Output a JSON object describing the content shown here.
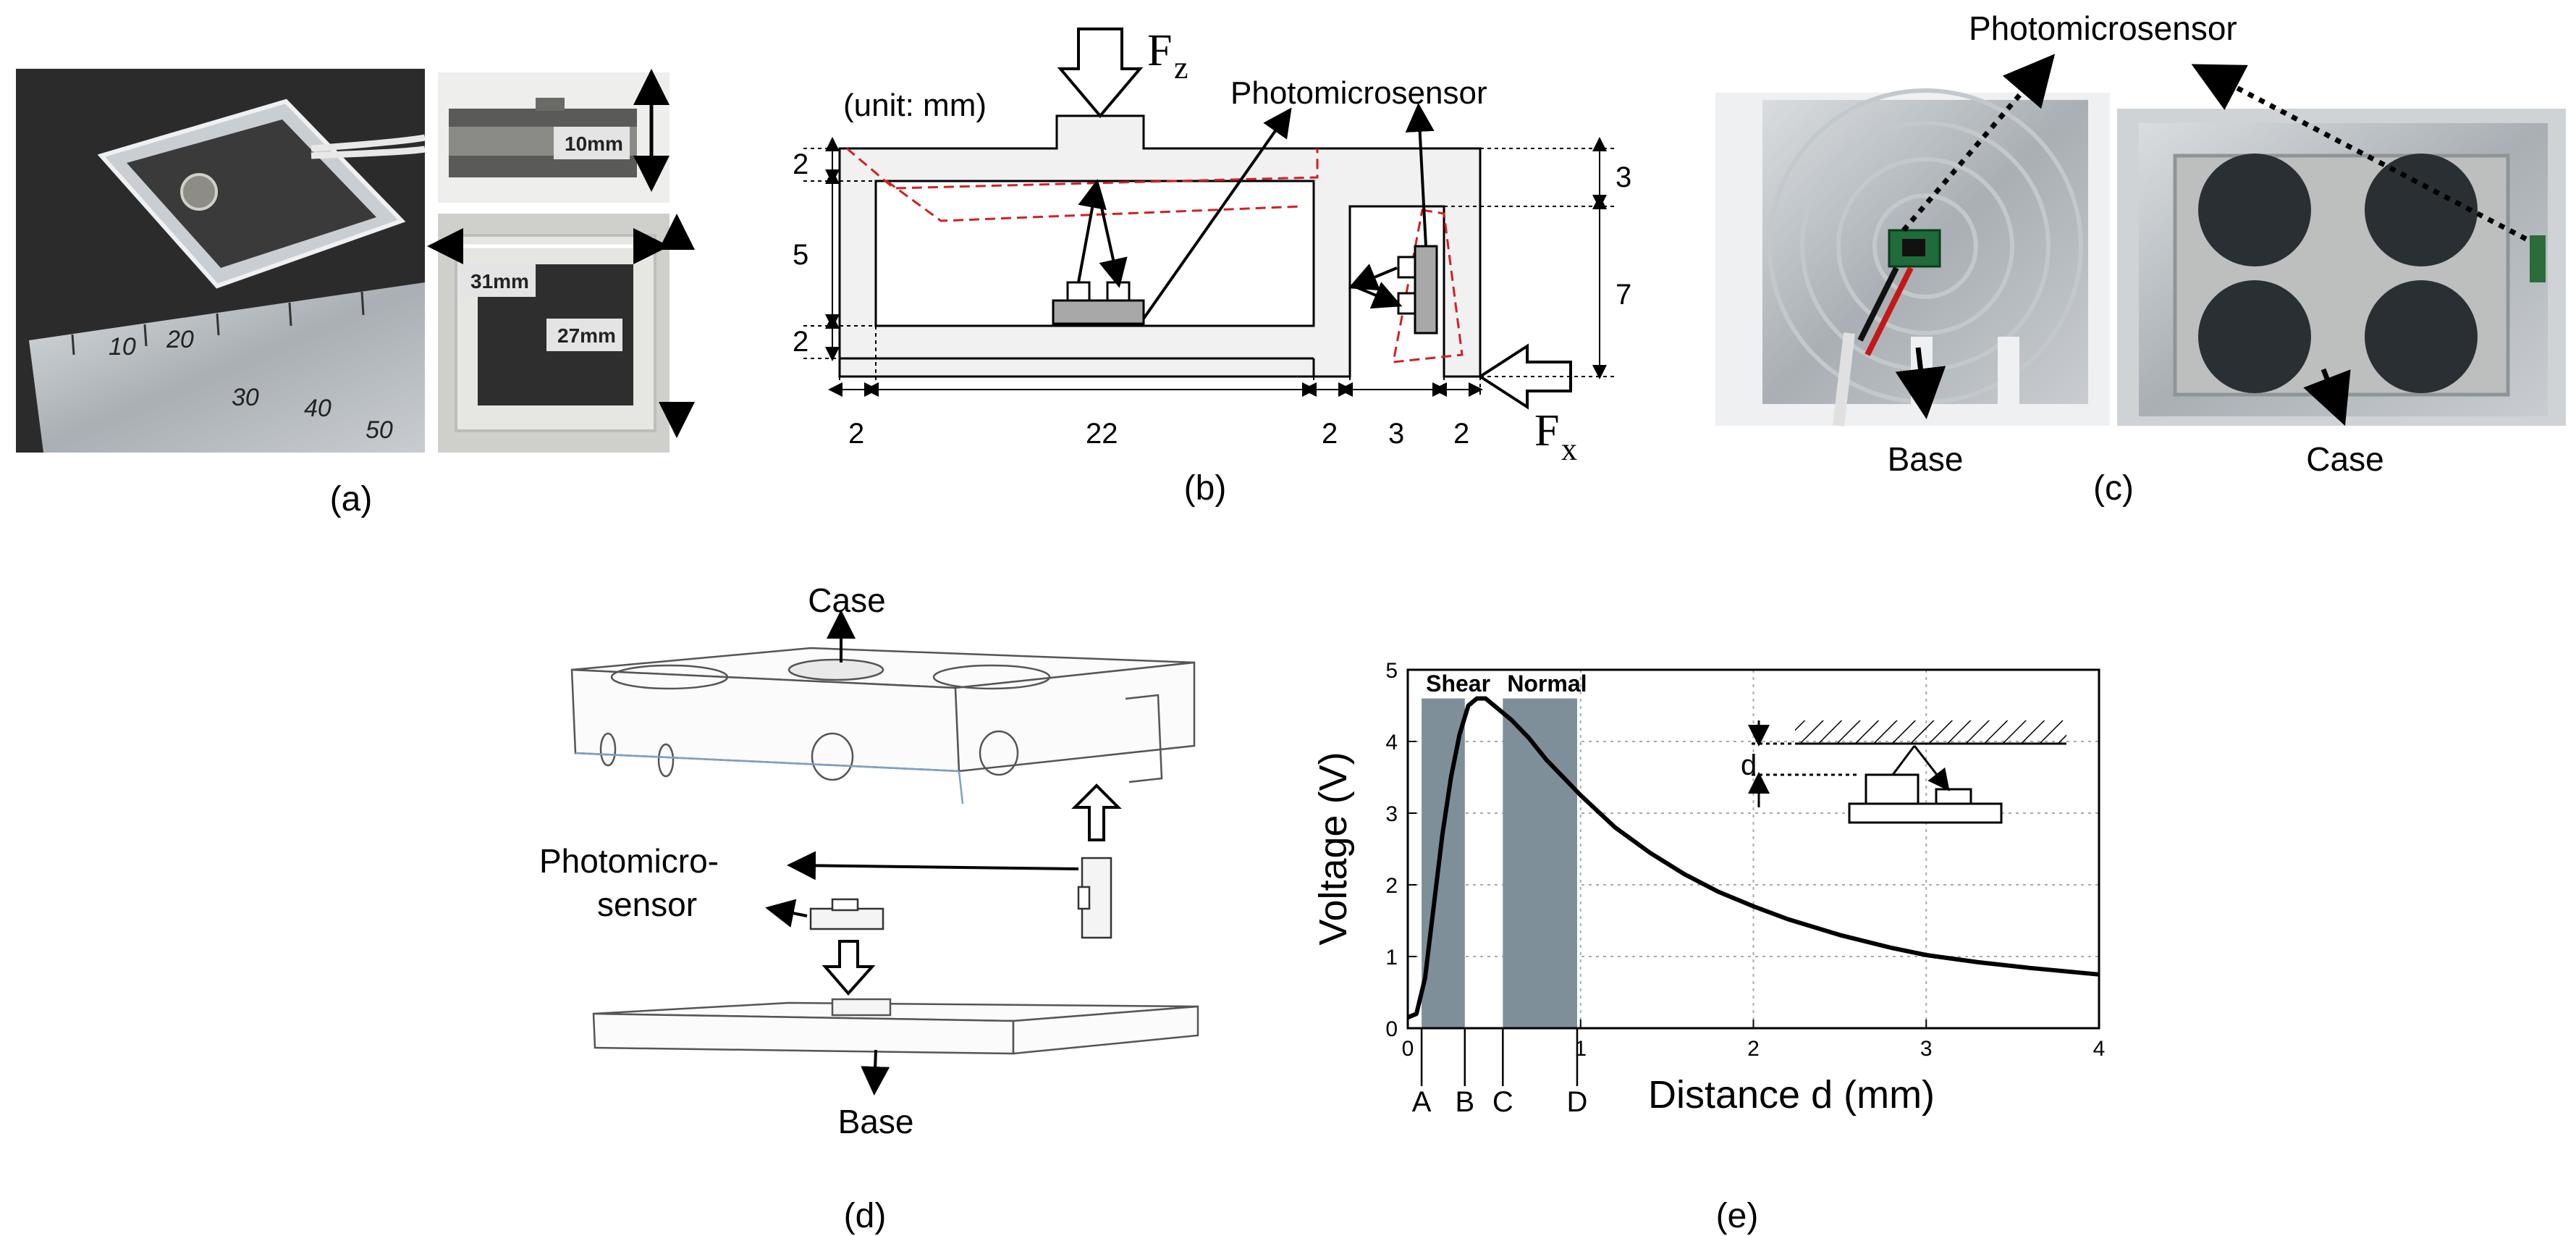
{
  "panels": {
    "a": {
      "label": "(a)",
      "ruler_ticks": [
        "10",
        "20",
        "30",
        "40",
        "50"
      ],
      "dim_height": "10mm",
      "dim_width": "31mm",
      "dim_depth": "27mm"
    },
    "b": {
      "label": "(b)",
      "unit_note": "(unit: mm)",
      "force_z": "F",
      "force_z_sub": "z",
      "force_x": "F",
      "force_x_sub": "x",
      "sensor_label": "Photomicrosensor",
      "dims_left": [
        "2",
        "5",
        "2"
      ],
      "dims_right": [
        "3",
        "7"
      ],
      "dims_bottom": [
        "2",
        "22",
        "2",
        "3",
        "2"
      ]
    },
    "c": {
      "label": "(c)",
      "sensor_label": "Photomicrosensor",
      "base_label": "Base",
      "case_label": "Case"
    },
    "d": {
      "label": "(d)",
      "case_label": "Case",
      "sensor_label_1": "Photomicro-",
      "sensor_label_2": "sensor",
      "base_label": "Base"
    },
    "e": {
      "label": "(e)",
      "inset_label": "d"
    }
  },
  "chart_data": {
    "type": "line",
    "xlabel": "Distance d (mm)",
    "ylabel": "Voltage (V)",
    "xlim": [
      0,
      4
    ],
    "ylim": [
      0,
      5
    ],
    "xticks": [
      "0",
      "1",
      "2",
      "3",
      "4"
    ],
    "yticks": [
      "0",
      "1",
      "2",
      "3",
      "4",
      "5"
    ],
    "grid": true,
    "series": [
      {
        "x": [
          0,
          0.05,
          0.1,
          0.15,
          0.2,
          0.25,
          0.3,
          0.35,
          0.4,
          0.45,
          0.5,
          0.6,
          0.7,
          0.8,
          0.9,
          1.0,
          1.2,
          1.4,
          1.6,
          1.8,
          2.0,
          2.2,
          2.5,
          2.8,
          3.0,
          3.3,
          3.6,
          4.0
        ],
        "y": [
          0.15,
          0.2,
          0.7,
          1.7,
          2.7,
          3.5,
          4.1,
          4.5,
          4.6,
          4.6,
          4.5,
          4.3,
          4.05,
          3.75,
          3.5,
          3.25,
          2.8,
          2.45,
          2.15,
          1.9,
          1.7,
          1.52,
          1.3,
          1.12,
          1.02,
          0.92,
          0.84,
          0.75
        ]
      }
    ],
    "regions": [
      {
        "label": "Shear",
        "start": 0.08,
        "end": 0.33,
        "start_tick": "A",
        "end_tick": "B"
      },
      {
        "label": "Normal",
        "start": 0.55,
        "end": 0.98,
        "start_tick": "C",
        "end_tick": "D"
      }
    ],
    "colors": {
      "line": "#000000",
      "region": "#7f8f99"
    }
  }
}
